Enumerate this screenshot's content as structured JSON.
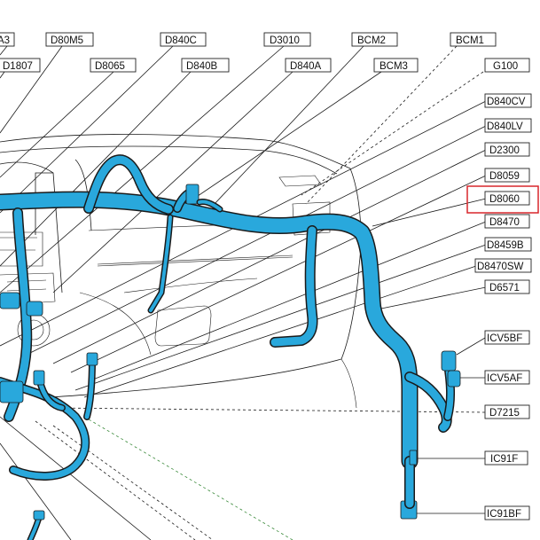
{
  "colors": {
    "harness": "#29a8dc",
    "line": "#1a1a1a",
    "highlight": "#d9262b",
    "green_leader": "#3a8a3a"
  },
  "labels": {
    "top_row": [
      "A3",
      "D80M5",
      "D840C",
      "D3010",
      "BCM2",
      "BCM1"
    ],
    "second_row": [
      "D1807",
      "D8065",
      "D840B",
      "D840A",
      "BCM3",
      "G100"
    ],
    "right_column": [
      "D840CV",
      "D840LV",
      "D2300",
      "D8059",
      "D8060",
      "D8470",
      "D8459B",
      "D8470SW",
      "D6571"
    ],
    "right_lower": [
      "ICV5BF",
      "ICV5AF",
      "D7215",
      "IC91F",
      "IC91BF"
    ]
  },
  "highlighted_label": "D8060"
}
